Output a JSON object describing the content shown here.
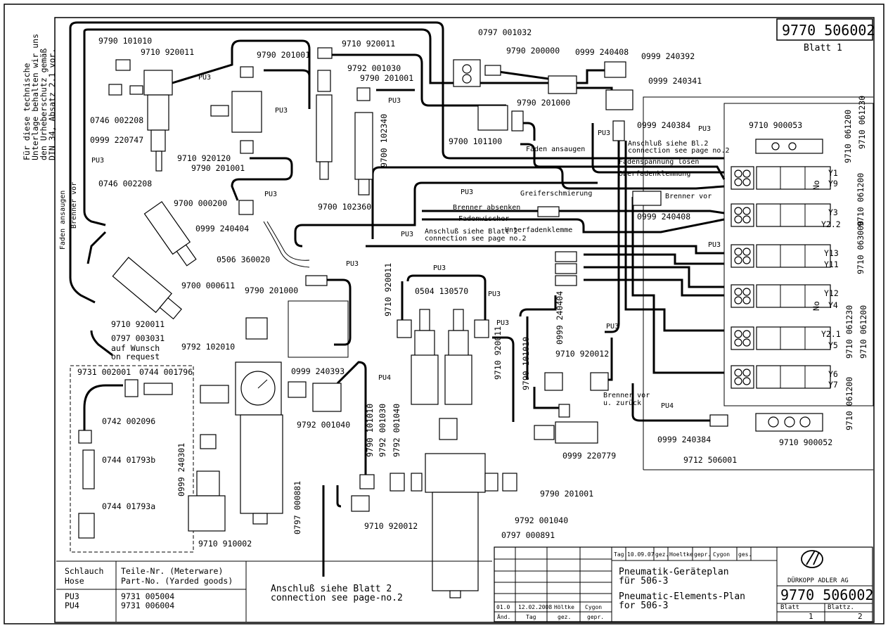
{
  "doc_number": "9770 506002",
  "sheet_label": "Blatt 1",
  "side_note": [
    "Für diese technische",
    "Unterlage behalten wir uns",
    "den Urheberschutz gemäß",
    "DIN 34, Absatz 2.1 vor."
  ],
  "part_labels": {
    "p1": "9790 101010",
    "p2": "9710 920011",
    "p3": "0746 002208",
    "p4": "0999 220747",
    "p5": "9790 201001",
    "p6": "9710 920120",
    "p7": "9790 201001",
    "p8": "9710 920011",
    "p9": "9792 001030",
    "p10": "9790 201001",
    "p11": "9700 102340",
    "p12": "9700 102360",
    "p13": "0797 001032",
    "p14": "9790 200000",
    "p15": "0999 240408",
    "p16": "0999 240392",
    "p17": "0999 240341",
    "p18": "9790 201000",
    "p19": "9700 101100",
    "p20": "0999 240384",
    "p21": "9710 900053",
    "p22": "0746 002208",
    "p23": "9700 000200",
    "p24": "0999 240404",
    "p25": "0506 360020",
    "p26": "9700 000611",
    "p27": "9710 920011",
    "p28": "9790 201000",
    "p29": "0797 003031",
    "p30": "9792 102010",
    "p31": "9731 002001",
    "p32": "0744 001796",
    "p33": "0742 002096",
    "p34": "0744 01793b",
    "p35": "0744 01793a",
    "p36": "9710 910002",
    "p37": "0999 240301",
    "p38": "0797 000881",
    "p39": "0999 240393",
    "p40": "9792 001040",
    "p41": "0504 130570",
    "p42": "9710 920011",
    "p43": "9710 920011",
    "p44": "0999 240404",
    "p45": "9790 101010",
    "p46": "9710 920012",
    "p47": "0999 220779",
    "p48": "0999 240408",
    "p49": "0999 240384",
    "p50": "9712 506001",
    "p51": "9710 900052",
    "p52": "9790 101010",
    "p53": "9792 001030",
    "p54": "9792 001040",
    "p55": "9790 201001",
    "p56": "9710 920012",
    "p57": "9792 001040",
    "p58": "0797 000891",
    "v1": "9710 061200",
    "v2": "9710 061230",
    "v3": "9710 061200",
    "v4": "9710 063000",
    "v5": "9710 061230",
    "v6": "9710 061200",
    "v7": "9710 061200"
  },
  "hose_labels": {
    "pu3": "PU3",
    "pu4": "PU4"
  },
  "option_note": [
    "auf Wunsch",
    "on request"
  ],
  "function_labels": {
    "faden_ansaugen": "Faden ansaugen",
    "fadenspannung": "Fadenspannung lösen",
    "oberfaden": "Oberfadenklemmung",
    "greifer": "Greiferschmierung",
    "brenner_absenken": "Brenner absenken",
    "fadenwischer": "Fadenwischer",
    "unterfaden": "Unterfadenklemme",
    "brenner_vor": "Brenner vor",
    "brenner_vor_zurueck": [
      "Brenner vor",
      "u. zurück"
    ],
    "faden_ansaugen_v": "Faden ansaugen",
    "brenner_vor_v": "Brenner vor",
    "anschluss_bl2": [
      "Anschluß siehe Bl.2",
      "connection see page no.2"
    ],
    "anschluss_blatt2": [
      "Anschluß siehe Blatt 2",
      "connection see page no.2"
    ]
  },
  "valve_labels": {
    "y1": "Y1",
    "y9": "Y9",
    "no1": "No",
    "y3": "Y3",
    "y22": "Y2.2",
    "y13": "Y13",
    "y11": "Y11",
    "y12": "Y12",
    "y4": "Y4",
    "no2": "No",
    "y21": "Y2.1",
    "y5": "Y5",
    "y6": "Y6",
    "y7": "Y7"
  },
  "hose_table": {
    "headers": [
      "Schlauch",
      "Hose",
      "Teile-Nr. (Meterware)",
      "Part-No. (Yarded goods)"
    ],
    "rows": [
      {
        "hose": "PU3",
        "part": "9731 005004"
      },
      {
        "hose": "PU4",
        "part": "9731 006004"
      }
    ]
  },
  "connection_note": [
    "Anschluß siehe Blatt 2",
    "connection see page-no.2"
  ],
  "title_block": {
    "row1": {
      "tag": "Tag",
      "date": "10.09.07",
      "gez": "gez.",
      "name": "Hoeltke",
      "gepr": "gepr.",
      "checker": "Cygon",
      "ges": "ges."
    },
    "rev": {
      "index": "01.0",
      "date": "12.02.2008",
      "drawn": "Höltke",
      "checked": "Cygon"
    },
    "legend": {
      "and": "Änd.",
      "tag": "Tag",
      "gez": "gez.",
      "gepr": "gepr."
    },
    "title_de": [
      "Pneumatik-Geräteplan",
      "für 506-3"
    ],
    "title_en": [
      "Pneumatic-Elements-Plan",
      "for 506-3"
    ],
    "company": "DÜRKOPP ADLER AG",
    "number": "9770 506002",
    "blatt": "Blatt",
    "blatt_no": "1",
    "blattz": "Blattz.",
    "blattz_no": "2"
  }
}
